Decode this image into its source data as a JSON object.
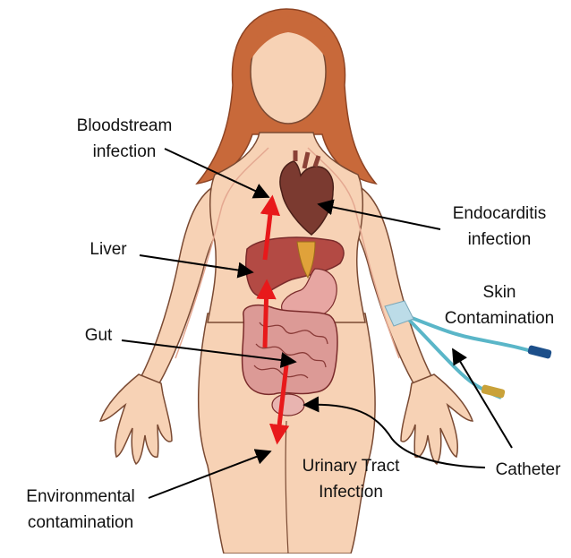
{
  "colors": {
    "skin": "#f7d2b5",
    "skin_outline": "#7a4a33",
    "hair": "#c8693a",
    "hair_dark": "#a4512b",
    "heart": "#7b3a30",
    "liver": "#b34a44",
    "gut": "#dc9a96",
    "gut_outline": "#7a2b2b",
    "bladder": "#e8b4b0",
    "catheter": "#5ab6c8",
    "catheter_cap_blue": "#1c4f8a",
    "catheter_cap_gold": "#c9a23a",
    "dressing": "#bcdce8",
    "spread_arrow": "#e8191b",
    "pointer": "#000000"
  },
  "labels": {
    "bloodstream": [
      "Bloodstream",
      "infection"
    ],
    "endocarditis": [
      "Endocarditis",
      "infection"
    ],
    "liver": [
      "Liver"
    ],
    "skin": [
      "Skin",
      "Contamination"
    ],
    "gut": [
      "Gut"
    ],
    "urinary": [
      "Urinary Tract",
      "Infection"
    ],
    "catheter": [
      "Catheter"
    ],
    "environmental": [
      "Environmental",
      "contamination"
    ]
  }
}
